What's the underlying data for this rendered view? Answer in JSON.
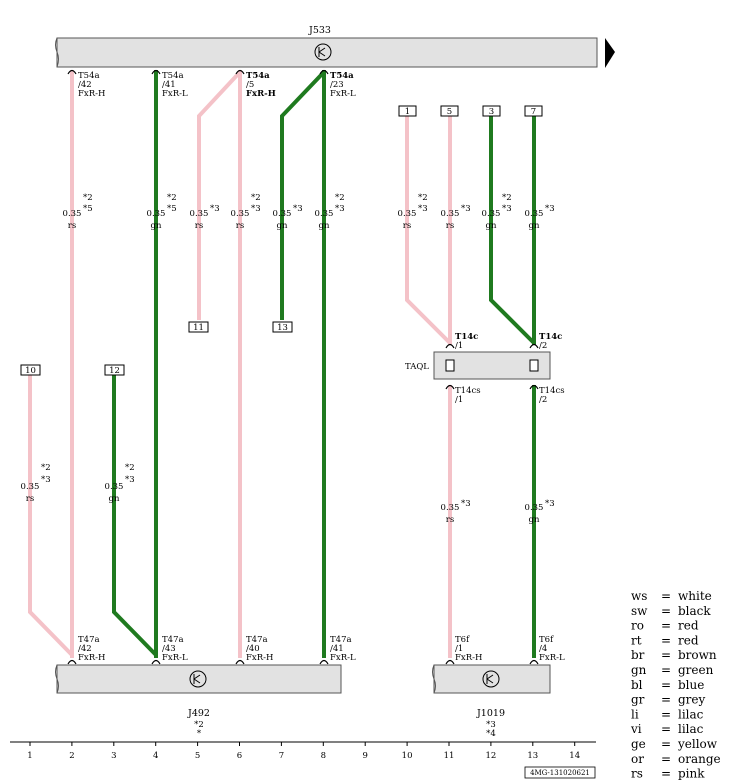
{
  "components": {
    "top_unit": "J533",
    "left_unit": "J492",
    "left_unit_notes": [
      "*2",
      "*"
    ],
    "right_unit": "J1019",
    "right_unit_notes": [
      "*3",
      "*4"
    ],
    "connector_block": "TAQL"
  },
  "wires": [
    {
      "col": "2",
      "gauge": "0.35",
      "color": "rs",
      "notes": [
        "*2",
        "*5"
      ],
      "top_pin": [
        "T54a",
        "/42",
        "FxR-H"
      ],
      "bottom_pin": [
        "T47a",
        "/42",
        "FxR-H"
      ]
    },
    {
      "col": "4",
      "gauge": "0.35",
      "color": "gn",
      "notes": [
        "*2",
        "*5"
      ],
      "top_pin": [
        "T54a",
        "/41",
        "FxR-L"
      ],
      "bottom_pin": [
        "T47a",
        "/43",
        "FxR-L"
      ]
    },
    {
      "col": "5",
      "gauge": "0.35",
      "color": "rs",
      "notes": [
        "*3"
      ],
      "end_ref": "11"
    },
    {
      "col": "6",
      "gauge": "0.35",
      "color": "rs",
      "notes": [
        "*2",
        "*3"
      ],
      "top_pin": [
        "T54a",
        "/5",
        "FxR-H"
      ],
      "bottom_pin": [
        "T47a",
        "/40",
        "FxR-H"
      ]
    },
    {
      "col": "7",
      "gauge": "0.35",
      "color": "gn",
      "notes": [
        "*3"
      ],
      "end_ref": "13"
    },
    {
      "col": "8",
      "gauge": "0.35",
      "color": "gn",
      "notes": [
        "*2",
        "*3"
      ],
      "top_pin": [
        "T54a",
        "/23",
        "FxR-L"
      ],
      "bottom_pin": [
        "T47a",
        "/41",
        "FxR-L"
      ]
    },
    {
      "col": "10",
      "gauge": "0.35",
      "color": "rs",
      "notes": [
        "*2",
        "*3"
      ],
      "start_ref": "1"
    },
    {
      "col": "11",
      "gauge": "0.35",
      "color": "rs",
      "notes": [
        "*3"
      ],
      "start_ref": "5"
    },
    {
      "col": "12",
      "gauge": "0.35",
      "color": "gn",
      "notes": [
        "*2",
        "*3"
      ],
      "start_ref": "3"
    },
    {
      "col": "13",
      "gauge": "0.35",
      "color": "gn",
      "notes": [
        "*3"
      ],
      "start_ref": "7"
    },
    {
      "col": "1",
      "gauge": "0.35",
      "color": "rs",
      "notes": [
        "*2",
        "*3"
      ],
      "start_ref": "10"
    },
    {
      "col": "3",
      "gauge": "0.35",
      "color": "gn",
      "notes": [
        "*2",
        "*3"
      ],
      "start_ref": "12"
    },
    {
      "col": "11",
      "gauge": "0.35",
      "color": "rs",
      "notes": [
        "*3"
      ],
      "segment": "lower"
    },
    {
      "col": "13",
      "gauge": "0.35",
      "color": "gn",
      "notes": [
        "*3"
      ],
      "segment": "lower"
    }
  ],
  "taql_pins": [
    {
      "top": [
        "T14c",
        "/1"
      ],
      "bottom": [
        "T14cs",
        "/1"
      ]
    },
    {
      "top": [
        "T14c",
        "/2"
      ],
      "bottom": [
        "T14cs",
        "/2"
      ]
    }
  ],
  "j1019_pins": [
    [
      "T6f",
      "/1",
      "FxR-H"
    ],
    [
      "T6f",
      "/4",
      "FxR-L"
    ]
  ],
  "column_numbers": [
    "1",
    "2",
    "3",
    "4",
    "5",
    "6",
    "7",
    "8",
    "9",
    "10",
    "11",
    "12",
    "13",
    "14"
  ],
  "legend": [
    [
      "ws",
      "=",
      "white"
    ],
    [
      "sw",
      "=",
      "black"
    ],
    [
      "ro",
      "=",
      "red"
    ],
    [
      "rt",
      "=",
      "red"
    ],
    [
      "br",
      "=",
      "brown"
    ],
    [
      "gn",
      "=",
      "green"
    ],
    [
      "bl",
      "=",
      "blue"
    ],
    [
      "gr",
      "=",
      "grey"
    ],
    [
      "li",
      "=",
      "lilac"
    ],
    [
      "vi",
      "=",
      "lilac"
    ],
    [
      "ge",
      "=",
      "yellow"
    ],
    [
      "or",
      "=",
      "orange"
    ],
    [
      "rs",
      "=",
      "pink"
    ]
  ],
  "doc_code": "4MG-131020621",
  "colors": {
    "pink": "#f4c2c8",
    "green": "#1f7a1f",
    "box_fill": "#e2e2e2",
    "box_stroke": "#555555"
  }
}
